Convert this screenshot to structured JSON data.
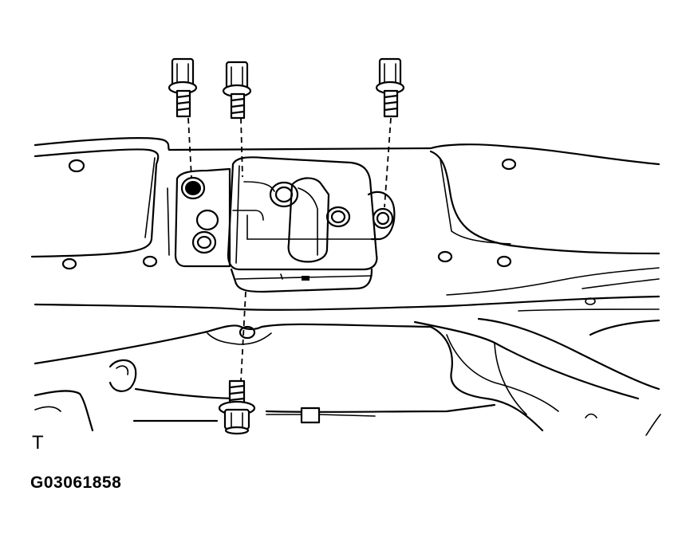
{
  "figure": {
    "view_mark": "T",
    "code": "G03061858"
  },
  "parts": {
    "bolts_top": [
      "bolt-left",
      "bolt-middle",
      "bolt-right"
    ],
    "bolt_bottom": "bolt-bottom",
    "assembly": "latch-assembly"
  }
}
